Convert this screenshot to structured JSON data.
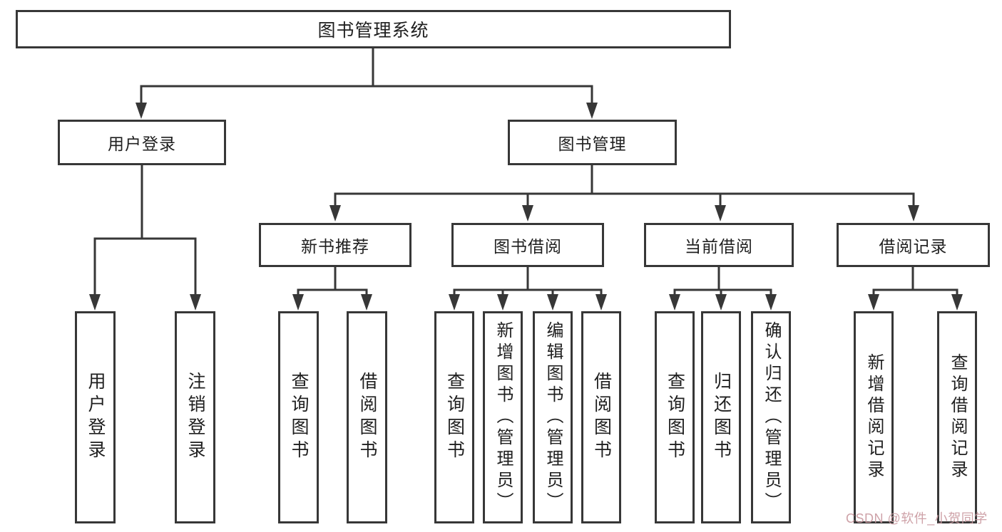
{
  "diagram": {
    "title": "图书管理系统",
    "children": [
      {
        "label": "用户登录",
        "children": [
          {
            "label": "用户登录"
          },
          {
            "label": "注销登录"
          }
        ]
      },
      {
        "label": "图书管理",
        "children": [
          {
            "label": "新书推荐",
            "children": [
              {
                "label": "查询图书"
              },
              {
                "label": "借阅图书"
              }
            ]
          },
          {
            "label": "图书借阅",
            "children": [
              {
                "label": "查询图书"
              },
              {
                "label": "新增图书（管理员）"
              },
              {
                "label": "编辑图书（管理员）"
              },
              {
                "label": "借阅图书"
              }
            ]
          },
          {
            "label": "当前借阅",
            "children": [
              {
                "label": "查询图书"
              },
              {
                "label": "归还图书"
              },
              {
                "label": "确认归还（管理员）"
              }
            ]
          },
          {
            "label": "借阅记录",
            "children": [
              {
                "label": "新增借阅记录"
              },
              {
                "label": "查询借阅记录"
              }
            ]
          }
        ]
      }
    ]
  },
  "watermark": {
    "text": "CSDN @软件_小贺同学"
  },
  "colors": {
    "line": "#373737",
    "text": "#1f1f1f",
    "background": "#ffffff",
    "watermark": "#c9989f"
  }
}
